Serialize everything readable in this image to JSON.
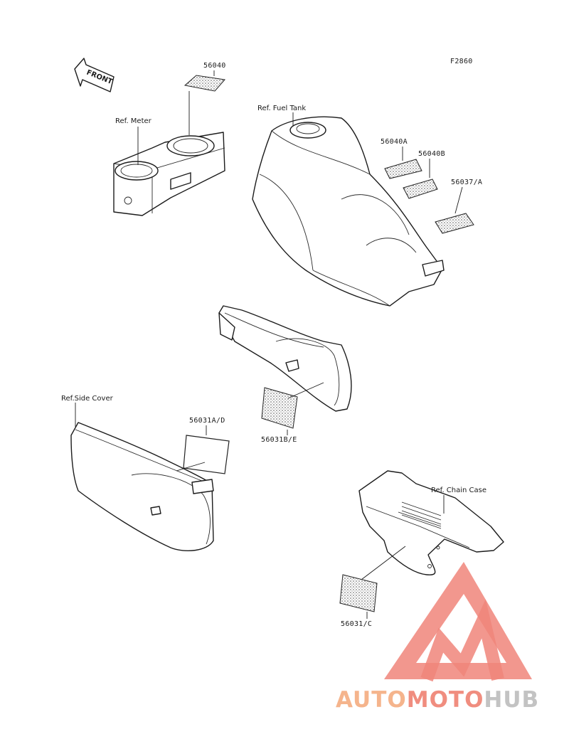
{
  "figure_code": "F2860",
  "front_label": "FRONT",
  "refs": {
    "meter": "Ref. Meter",
    "fuel_tank": "Ref. Fuel Tank",
    "side_cover": "Ref.Side Cover",
    "chain_case": "Ref. Chain Case"
  },
  "parts": {
    "p56040": "56040",
    "p56040A": "56040A",
    "p56040B": "56040B",
    "p56037A": "56037/A",
    "p56031AD": "56031A/D",
    "p56031BE": "56031B/E",
    "p56031C": "56031/C"
  },
  "watermark": {
    "auto": "AUTO",
    "moto": "MOTO",
    "hub": "HUB",
    "colors": {
      "auto": "#f5b48c",
      "moto": "#f08d7f",
      "hub": "#c3c3c3",
      "triangle": "#f0857a"
    }
  }
}
